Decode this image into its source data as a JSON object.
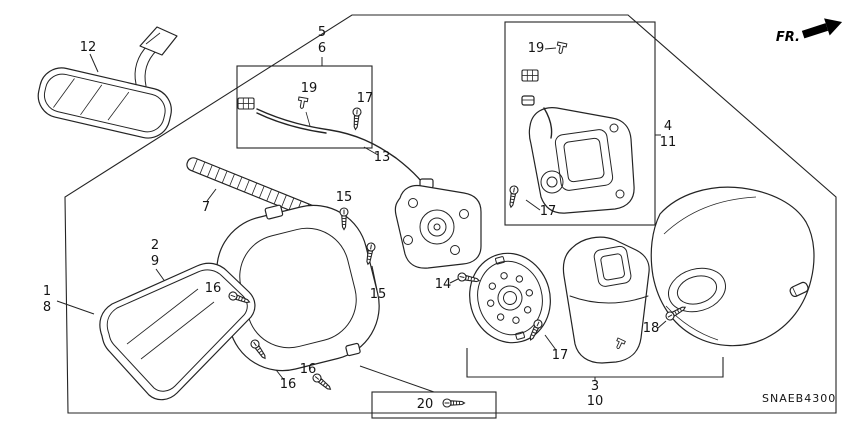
{
  "diagram": {
    "fr_label": "FR.",
    "code": "SNAEB4300",
    "ink_color": "#242424",
    "background_color": "#ffffff",
    "callouts": [
      {
        "text": "12"
      },
      {
        "text": "5"
      },
      {
        "text": "6"
      },
      {
        "text": "19"
      },
      {
        "text": "17"
      },
      {
        "text": "13"
      },
      {
        "text": "7"
      },
      {
        "text": "2"
      },
      {
        "text": "9"
      },
      {
        "text": "1"
      },
      {
        "text": "8"
      },
      {
        "text": "16"
      },
      {
        "text": "15"
      },
      {
        "text": "15"
      },
      {
        "text": "14"
      },
      {
        "text": "16"
      },
      {
        "text": "16"
      },
      {
        "text": "19"
      },
      {
        "text": "17"
      },
      {
        "text": "4"
      },
      {
        "text": "11"
      },
      {
        "text": "17"
      },
      {
        "text": "18"
      },
      {
        "text": "3"
      },
      {
        "text": "10"
      },
      {
        "text": "20"
      }
    ]
  }
}
